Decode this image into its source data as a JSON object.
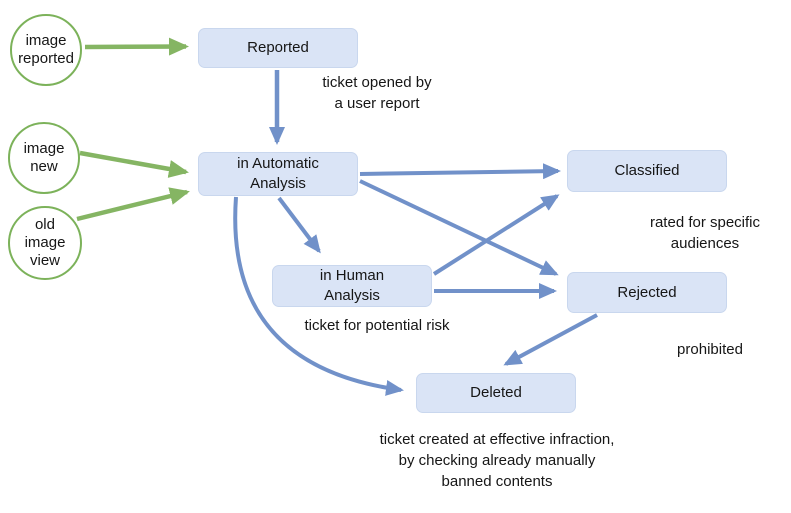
{
  "colors": {
    "background": "#ffffff",
    "box_fill": "#dae4f6",
    "box_border": "#c9d7ee",
    "circle_fill": "#ffffff",
    "circle_border": "#7cb25a",
    "arrow_blue": "#7191c9",
    "arrow_green": "#85b563",
    "text": "#161616"
  },
  "sources": {
    "image_reported": {
      "label": "image\nreported"
    },
    "image_new": {
      "label": "image\nnew"
    },
    "old_image_view": {
      "label": "old\nimage\nview"
    }
  },
  "states": {
    "reported": {
      "label": "Reported"
    },
    "automatic": {
      "label": "in Automatic\nAnalysis"
    },
    "classified": {
      "label": "Classified"
    },
    "human": {
      "label": "in Human\nAnalysis"
    },
    "rejected": {
      "label": "Rejected"
    },
    "deleted": {
      "label": "Deleted"
    }
  },
  "annotations": {
    "user_report": "ticket opened by\na user report",
    "rated": "rated for specific\naudiences",
    "potential_risk": "ticket for potential risk",
    "prohibited": "prohibited",
    "infraction": "ticket created at effective infraction,\nby checking already manually\nbanned contents"
  }
}
